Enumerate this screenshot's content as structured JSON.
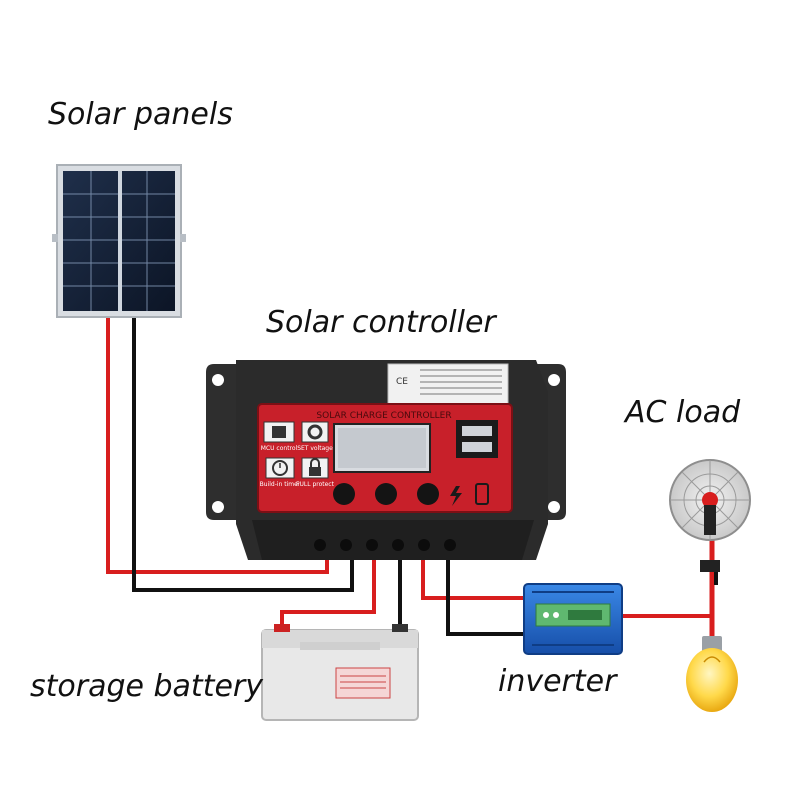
{
  "labels": {
    "solar_panels": "Solar panels",
    "solar_controller": "Solar controller",
    "ac_load": "AC load",
    "storage_battery": "storage battery",
    "inverter": "inverter"
  },
  "controller": {
    "header": "SOLAR CHARGE CONTROLLER",
    "mcu": "MCU control",
    "set": "SET voltage",
    "timer": "Build-in timer",
    "full": "FULL protect"
  },
  "colors": {
    "wire_positive": "#d81e1e",
    "wire_negative": "#111111",
    "controller_body": "#2b2b2b",
    "controller_face": "#c8202a",
    "inverter_body": "#1e63c8",
    "battery_body": "#e6e6e6"
  }
}
